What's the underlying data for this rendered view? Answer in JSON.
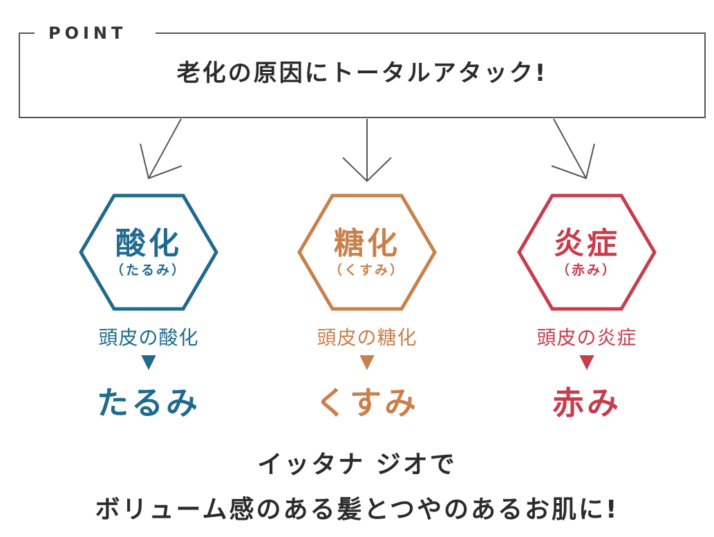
{
  "header": {
    "label": "POINT",
    "headline": "老化の原因にトータルアタック!"
  },
  "colors": {
    "blue": "#1f6a8f",
    "orange": "#c9804a",
    "red": "#c83c4c",
    "frame": "#555555"
  },
  "causes": [
    {
      "title": "酸化",
      "subtitle": "（たるみ）",
      "description": "頭皮の酸化",
      "arrow": "▼",
      "result": "たるみ",
      "color": "#1f6a8f"
    },
    {
      "title": "糖化",
      "subtitle": "（くすみ）",
      "description": "頭皮の糖化",
      "arrow": "▼",
      "result": "くすみ",
      "color": "#c9804a"
    },
    {
      "title": "炎症",
      "subtitle": "（赤み）",
      "description": "頭皮の炎症",
      "arrow": "▼",
      "result": "赤み",
      "color": "#c83c4c"
    }
  ],
  "footer": {
    "line1": "イッタナ ジオで",
    "line2": "ボリューム感のある髪とつやのあるお肌に!"
  }
}
